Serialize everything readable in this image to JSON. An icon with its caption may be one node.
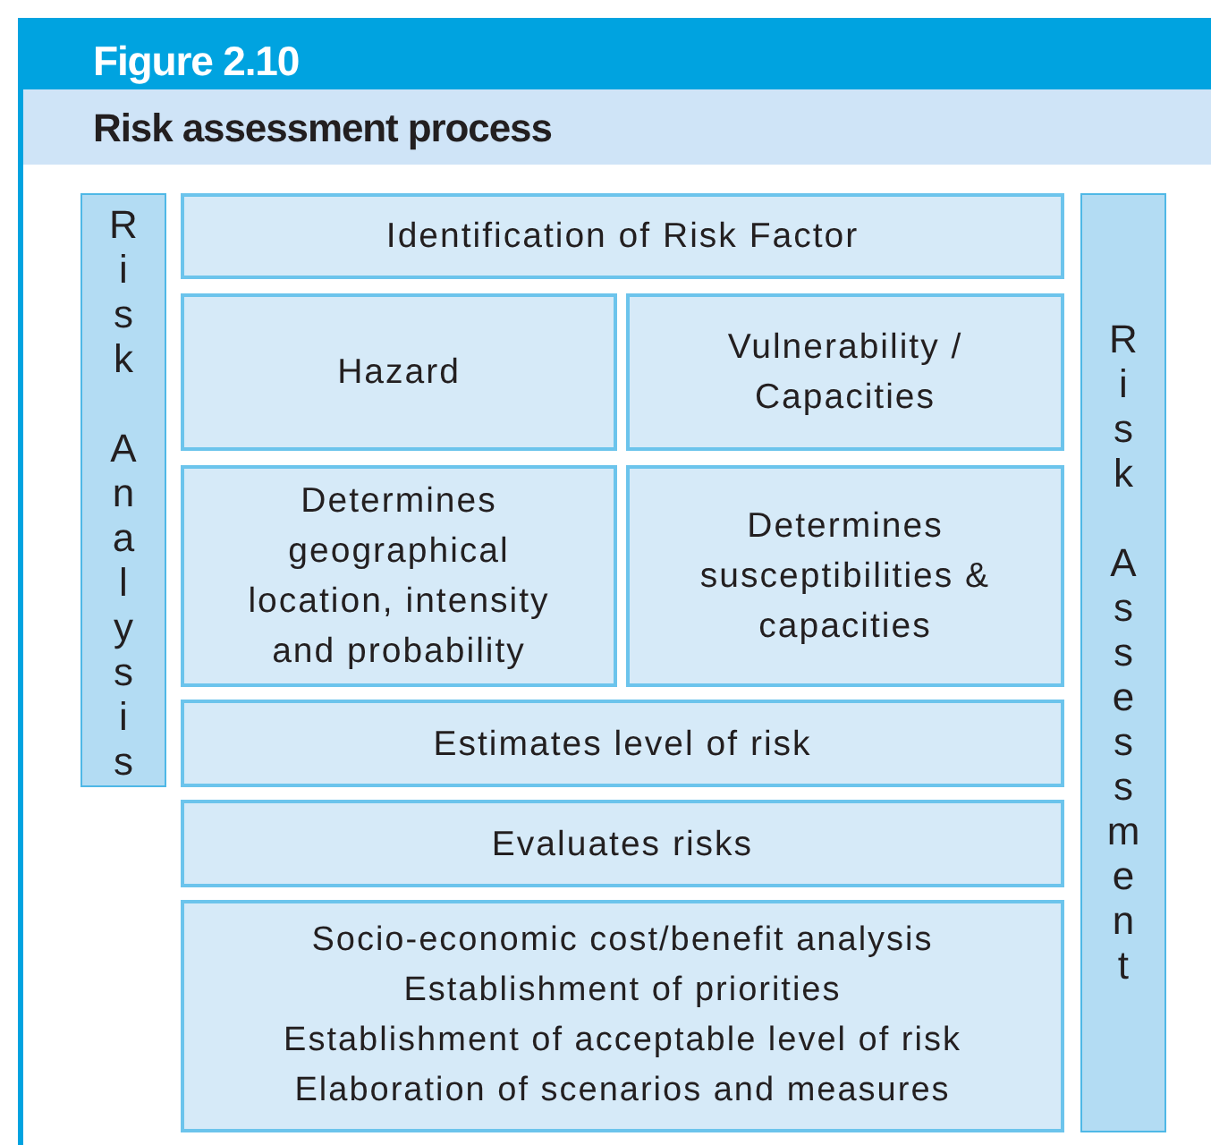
{
  "diagram": {
    "title": "Risk assessment process",
    "nodes": [
      {
        "text": [
          "Risk Analysis"
        ]
      },
      {
        "text": [
          "Identification of Risk Factor"
        ]
      },
      {
        "text": [
          "Hazard"
        ]
      },
      {
        "text": [
          "Vulnerability / Capacities"
        ]
      },
      {
        "text": [
          "Determines geographical location, intensity and probability"
        ]
      },
      {
        "text": [
          "Determines susceptibilities & capacities"
        ]
      },
      {
        "text": [
          "Estimates level of risk"
        ]
      },
      {
        "text": [
          "Evaluates risks"
        ]
      },
      {
        "text": [
          "Socio-economic cost/benefit analysis",
          "Establishment of priorities",
          "Establishment of acceptable level of risk",
          "Elaboration of scenarios and measures"
        ]
      },
      {
        "text": [
          "Risk Assessment"
        ]
      }
    ],
    "labels": [
      "Figure 2.10"
    ]
  }
}
